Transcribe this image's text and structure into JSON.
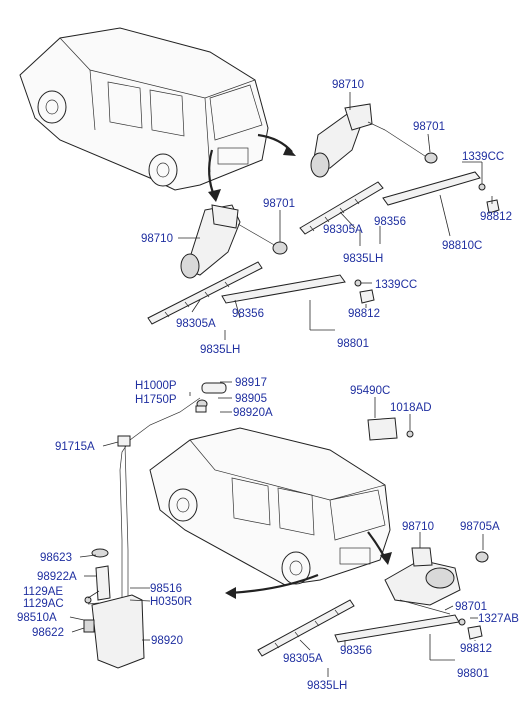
{
  "labels": {
    "l01": "98710",
    "l02": "98701",
    "l03": "1339CC",
    "l04": "98812",
    "l05": "98356",
    "l06": "98305A",
    "l07": "9835LH",
    "l08": "98810C",
    "l09": "98701",
    "l10": "98710",
    "l11": "1339CC",
    "l12": "98356",
    "l13": "98305A",
    "l14": "98812",
    "l15": "9835LH",
    "l16": "98801",
    "l17": "H1000P",
    "l18": "H1750P",
    "l19": "98917",
    "l20": "98905",
    "l21": "98920A",
    "l22": "95490C",
    "l23": "1018AD",
    "l24": "91715A",
    "l25": "98710",
    "l26": "98705A",
    "l27": "98623",
    "l28": "98922A",
    "l29": "98516",
    "l30": "1129AE",
    "l31": "H0350R",
    "l32": "1129AC",
    "l33": "98510A",
    "l34": "98622",
    "l35": "98920",
    "l36": "98701",
    "l37": "1327AB",
    "l38": "98305A",
    "l39": "98356",
    "l40": "98812",
    "l41": "9835LH",
    "l42": "98801"
  }
}
